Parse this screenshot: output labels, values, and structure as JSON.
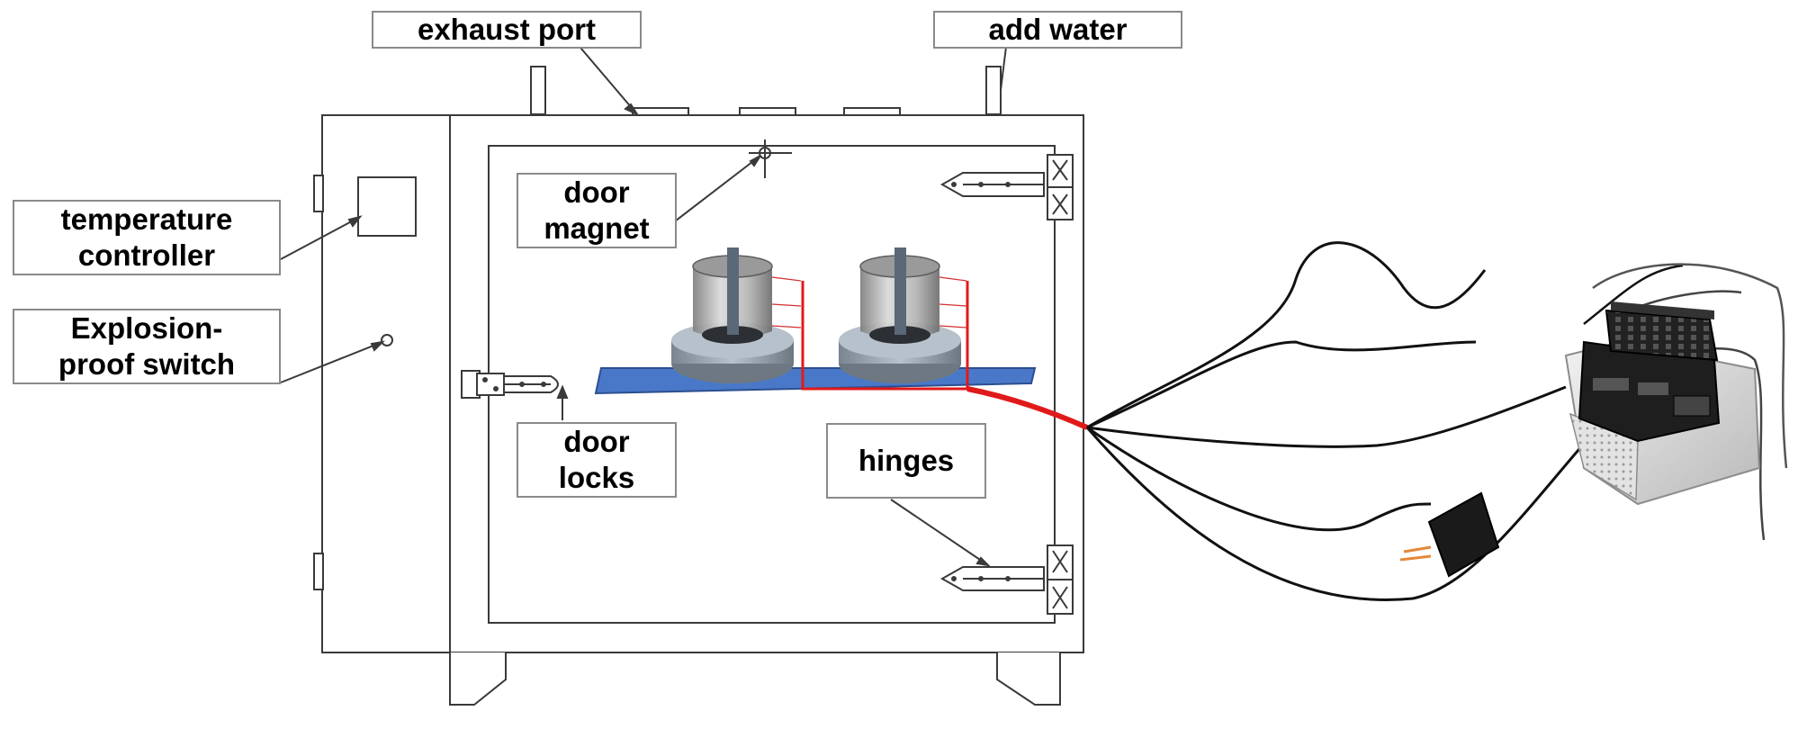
{
  "labels": {
    "exhaust_port": [
      "exhaust port"
    ],
    "add_water": [
      "add water"
    ],
    "temperature_controller": [
      "temperature",
      "controller"
    ],
    "explosion_proof_switch": [
      "Explosion-",
      "proof switch"
    ],
    "door_magnet": [
      "door",
      "magnet"
    ],
    "door_locks": [
      "door",
      "locks"
    ],
    "hinges": [
      "hinges"
    ]
  },
  "colors": {
    "line": "#3a3a3a",
    "label_border": "#8a8a8a",
    "shelf": "#4a78c9",
    "thermocouple_wire": "#e01a1a",
    "cable": "#111111"
  }
}
